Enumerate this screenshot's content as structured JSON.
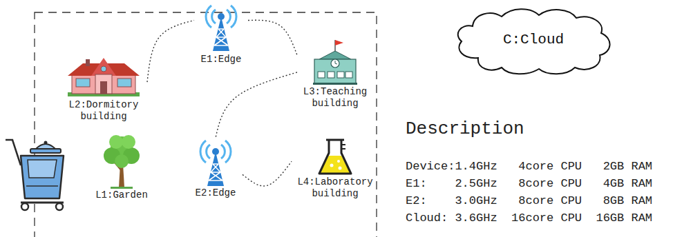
{
  "diagram": {
    "nodes": [
      {
        "text": [
          "L2:Dormitory building"
        ]
      },
      {
        "text": [
          "E1:Edge"
        ]
      },
      {
        "text": [
          "L3:Teaching building"
        ]
      },
      {
        "text": [
          "C:Cloud"
        ]
      },
      {
        "text": [
          "E2:Edge"
        ]
      },
      {
        "text": [
          "L4:Laboratory building"
        ]
      },
      {
        "text": [
          "L1:Garden"
        ]
      }
    ],
    "edges": [
      {
        "from": 0,
        "to": 1,
        "arrow": "none"
      },
      {
        "from": 1,
        "to": 2,
        "arrow": "none"
      },
      {
        "from": 2,
        "to": 4,
        "arrow": "none"
      },
      {
        "from": 4,
        "to": 5,
        "arrow": "none"
      }
    ],
    "labels": [
      "Description",
      "Device:1.4GHz   4core CPU   2GB RAM",
      "E1:    2.5GHz   8core CPU   4GB RAM",
      "E2:    3.0GHz   8core CPU   8GB RAM",
      "Cloud: 3.6GHz  16core CPU  16GB RAM"
    ]
  }
}
